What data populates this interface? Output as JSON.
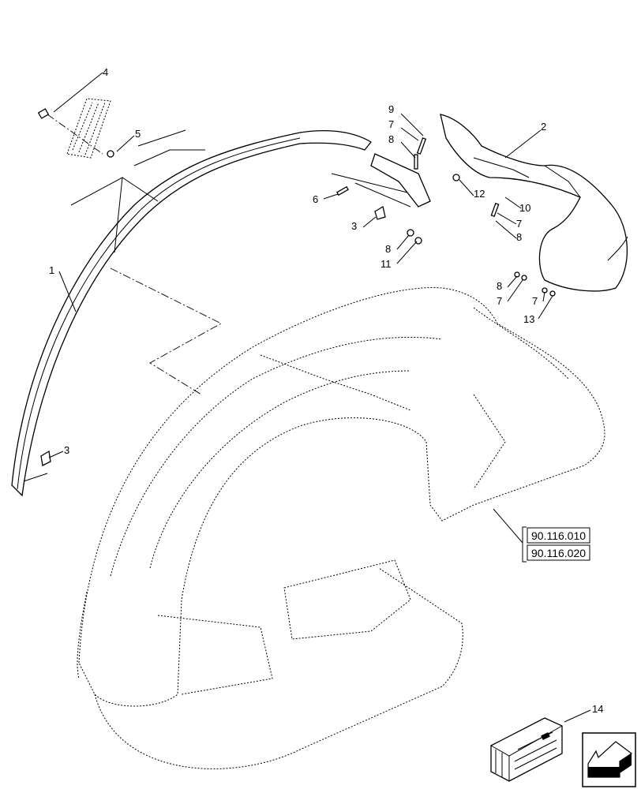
{
  "callouts": {
    "c4": "4",
    "c5": "5",
    "c9": "9",
    "c7a": "7",
    "c8a": "8",
    "c2": "2",
    "c6": "6",
    "c12": "12",
    "c10": "10",
    "c7b": "7",
    "c8b": "8",
    "c3a": "3",
    "c8c": "8",
    "c11": "11",
    "c8d": "8",
    "c7c": "7",
    "c7d": "7",
    "c13": "13",
    "c1": "1",
    "c3b": "3",
    "c14": "14"
  },
  "references": [
    "90.116.010",
    "90.116.020"
  ],
  "icons": {
    "crate": "shipping-crate-icon",
    "navigation": "arrow-down-left-icon"
  }
}
